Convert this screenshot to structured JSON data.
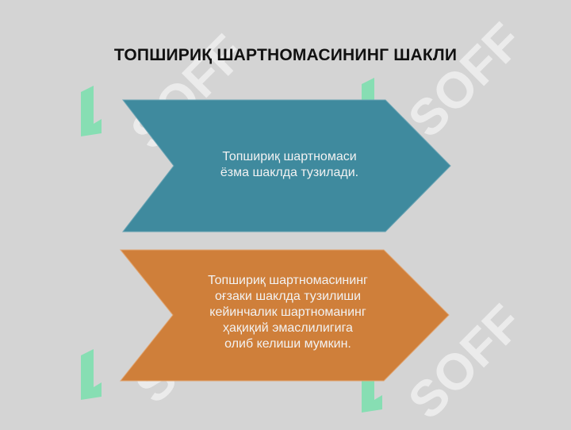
{
  "title": "ТОПШИРИҚ ШАРТНОМАСИНИНГ ШАКЛИ",
  "watermark": {
    "text": "SOFF",
    "color": "#ffffff",
    "mark_color": "#7fe0b0"
  },
  "chevrons": [
    {
      "color": "#3f8a9e",
      "lines": [
        "Топшириқ шартномаси",
        "ёзма шаклда тузилади."
      ]
    },
    {
      "color": "#cf7f3a",
      "lines": [
        "Топшириқ шартномасининг",
        "оғзаки шаклда тузилиши",
        "кейинчалик шартноманинг",
        "ҳақиқий эмаслилигига",
        "олиб келиши мумкин."
      ]
    }
  ]
}
